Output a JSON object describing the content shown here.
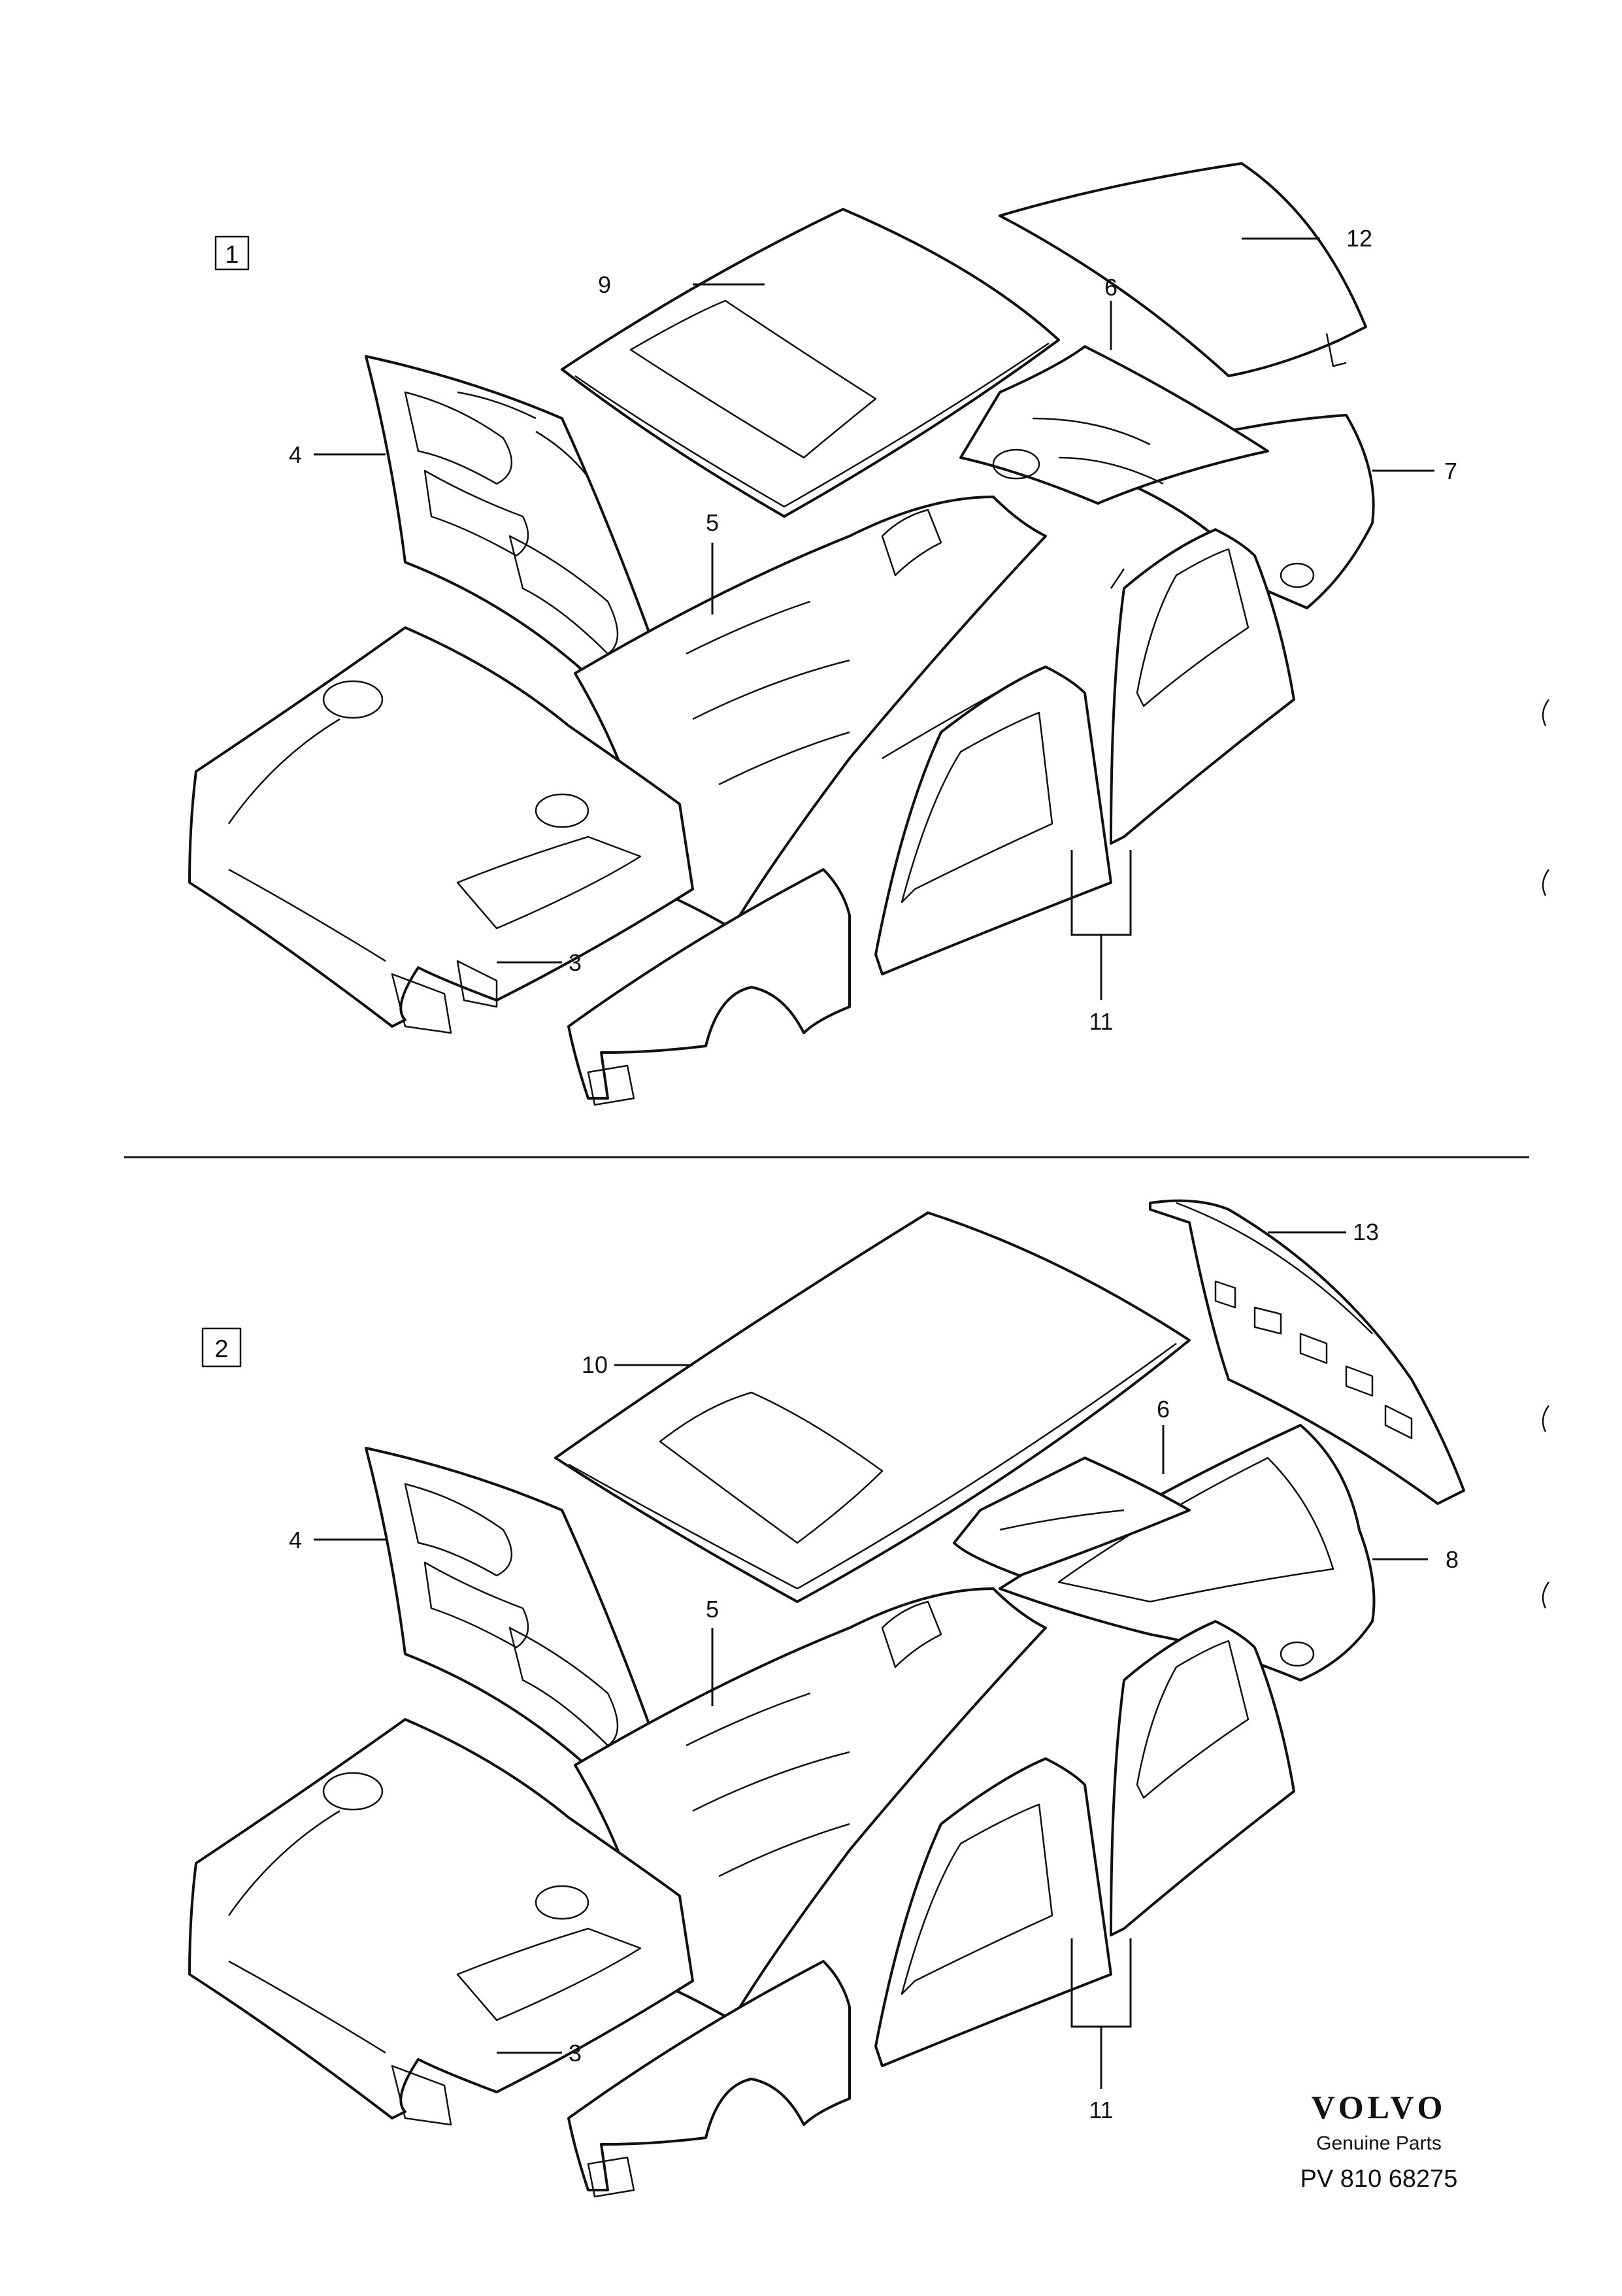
{
  "variants": [
    {
      "number": "1",
      "callouts": [
        "12",
        "9",
        "6",
        "4",
        "7",
        "5",
        "3",
        "11"
      ]
    },
    {
      "number": "2",
      "callouts": [
        "13",
        "10",
        "6",
        "4",
        "8",
        "5",
        "3",
        "11"
      ]
    }
  ],
  "footer": {
    "brand": "VOLVO",
    "tagline": "Genuine Parts",
    "part_number": "PV 810 68275"
  }
}
